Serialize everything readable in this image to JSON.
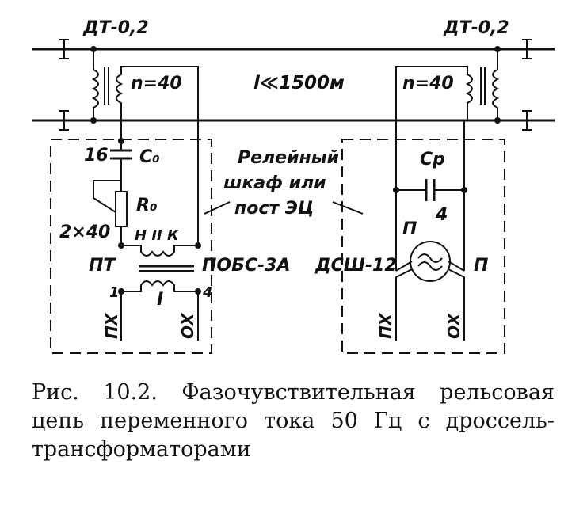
{
  "labels": {
    "dt_left": "ДТ-0,2",
    "dt_right": "ДТ-0,2",
    "n_left": "n=40",
    "n_right": "n=40",
    "length": "l≪1500м",
    "c16": "16",
    "c0": "C₀",
    "r0": "R₀",
    "r_val": "2×40",
    "nodes": "Н  II  К",
    "pt": "ПТ",
    "pobs": "ПОБС-3А",
    "term1": "1",
    "term4": "4",
    "roman1": "I",
    "px_left": "ПХ",
    "ox_left": "ОХ",
    "cabinet_1": "Релейный",
    "cabinet_2": "шкаф или",
    "cabinet_3": "пост ЭЦ",
    "cp": "Cр",
    "c4": "4",
    "p_top": "П",
    "dsh": "ДСШ-12",
    "p_right": "П",
    "px_right": "ПХ",
    "ox_right": "ОХ"
  },
  "caption": "Рис. 10.2. Фазочувствительная рельсовая цепь переменного тока 50 Гц с дроссель-трансформаторами"
}
